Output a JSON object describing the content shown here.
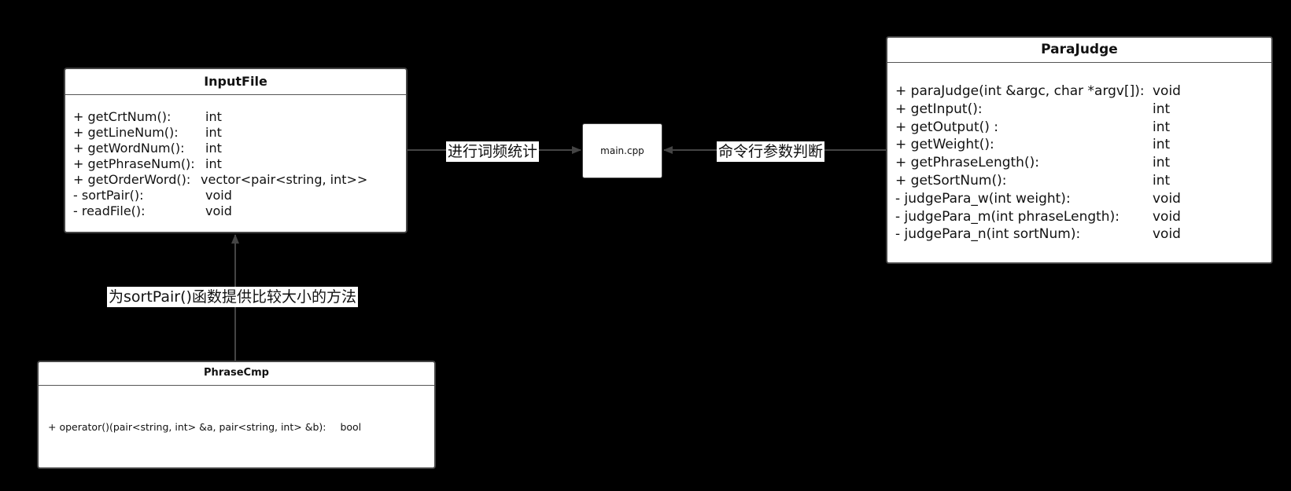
{
  "classes": {
    "inputfile": {
      "title": "InputFile",
      "members": [
        {
          "sig": "+ getCrtNum():",
          "ret": "int"
        },
        {
          "sig": "+ getLineNum():",
          "ret": "int"
        },
        {
          "sig": "+ getWordNum():",
          "ret": "int"
        },
        {
          "sig": "+ getPhraseNum():",
          "ret": "int"
        },
        {
          "sig": "+ getOrderWord():",
          "ret": "vector<pair<string, int>>"
        },
        {
          "sig": "- sortPair():",
          "ret": "void"
        },
        {
          "sig": "- readFile():",
          "ret": "void"
        }
      ]
    },
    "parajudge": {
      "title": "ParaJudge",
      "members": [
        {
          "sig": "+ paraJudge(int &argc, char *argv[]):",
          "ret": "void"
        },
        {
          "sig": "+ getInput():",
          "ret": "int"
        },
        {
          "sig": "+ getOutput() :",
          "ret": "int"
        },
        {
          "sig": "+ getWeight():",
          "ret": "int"
        },
        {
          "sig": "+ getPhraseLength():",
          "ret": "int"
        },
        {
          "sig": "+ getSortNum():",
          "ret": "int"
        },
        {
          "sig": "- judgePara_w(int weight):",
          "ret": "void"
        },
        {
          "sig": "- judgePara_m(int phraseLength):",
          "ret": "void"
        },
        {
          "sig": "- judgePara_n(int sortNum):",
          "ret": "void"
        }
      ]
    },
    "maincpp": {
      "title": "main.cpp"
    },
    "phrasecmp": {
      "title": "PhraseCmp",
      "members": [
        {
          "sig": "+ operator()(pair<string, int> &a, pair<string, int> &b):",
          "ret": "bool"
        }
      ]
    }
  },
  "edges": {
    "inputfile_to_main": "进行词频统计",
    "parajudge_to_main": "命令行参数判断",
    "phrasecmp_to_inputfile": "为sortPair()函数提供比较大小的方法"
  },
  "colors": {
    "background": "#000000",
    "box_fill": "#ffffff",
    "line": "#444444"
  }
}
